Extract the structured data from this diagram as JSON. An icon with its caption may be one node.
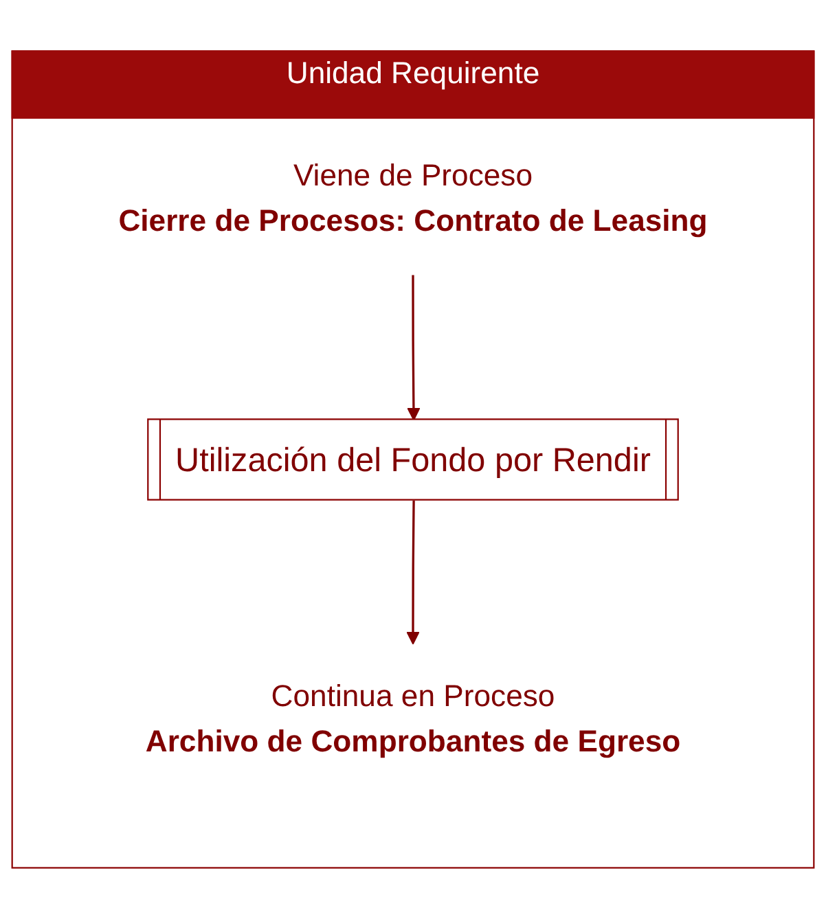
{
  "diagram": {
    "nodes": [
      {
        "text": [
          "Unidad Requirente"
        ]
      },
      {
        "text": [
          "Viene de Proceso",
          "Cierre de Procesos: Contrato de Leasing"
        ],
        "in": 0
      },
      {
        "text": [
          "Utilización del Fondo por Rendir"
        ],
        "in": 0
      },
      {
        "text": [
          "Continua en Proceso",
          "Archivo de Comprobantes de Egreso"
        ],
        "in": 0
      }
    ],
    "edges": [
      {
        "from": 1,
        "to": 2,
        "arrow": "to"
      },
      {
        "from": 2,
        "to": 3,
        "arrow": "to"
      }
    ]
  }
}
